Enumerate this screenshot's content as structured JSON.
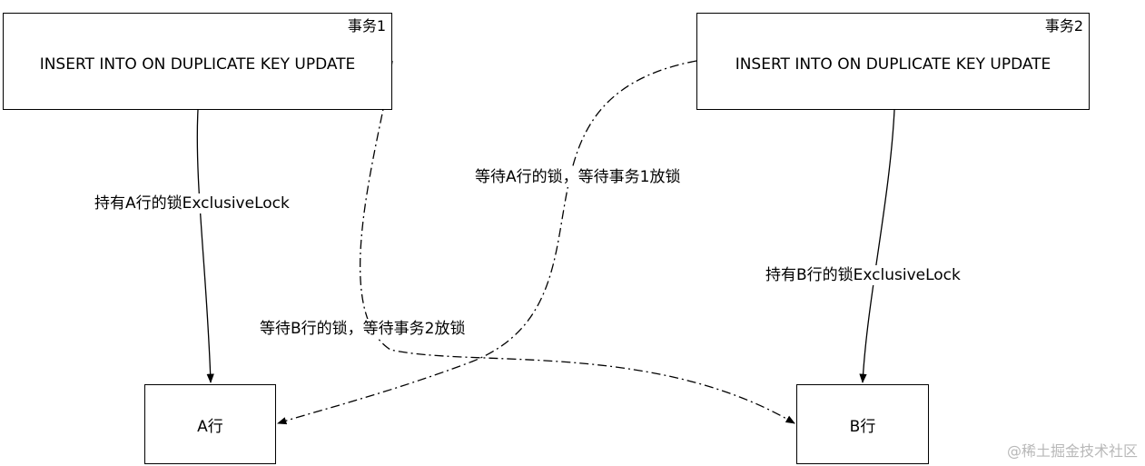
{
  "diagram": {
    "transaction1": {
      "tag": "事务1",
      "statement": "INSERT INTO ON DUPLICATE KEY UPDATE"
    },
    "transaction2": {
      "tag": "事务2",
      "statement": "INSERT INTO ON DUPLICATE KEY UPDATE"
    },
    "row_a": {
      "label": "A行"
    },
    "row_b": {
      "label": "B行"
    },
    "edges": {
      "hold_a": "持有A行的锁ExclusiveLock",
      "hold_b": "持有B行的锁ExclusiveLock",
      "wait_a": "等待A行的锁，等待事务1放锁",
      "wait_b": "等待B行的锁，等待事务2放锁"
    }
  },
  "watermark": "@稀土掘金技术社区",
  "colors": {
    "stroke": "#000000",
    "background": "#ffffff",
    "watermark": "#b8b8b8"
  }
}
